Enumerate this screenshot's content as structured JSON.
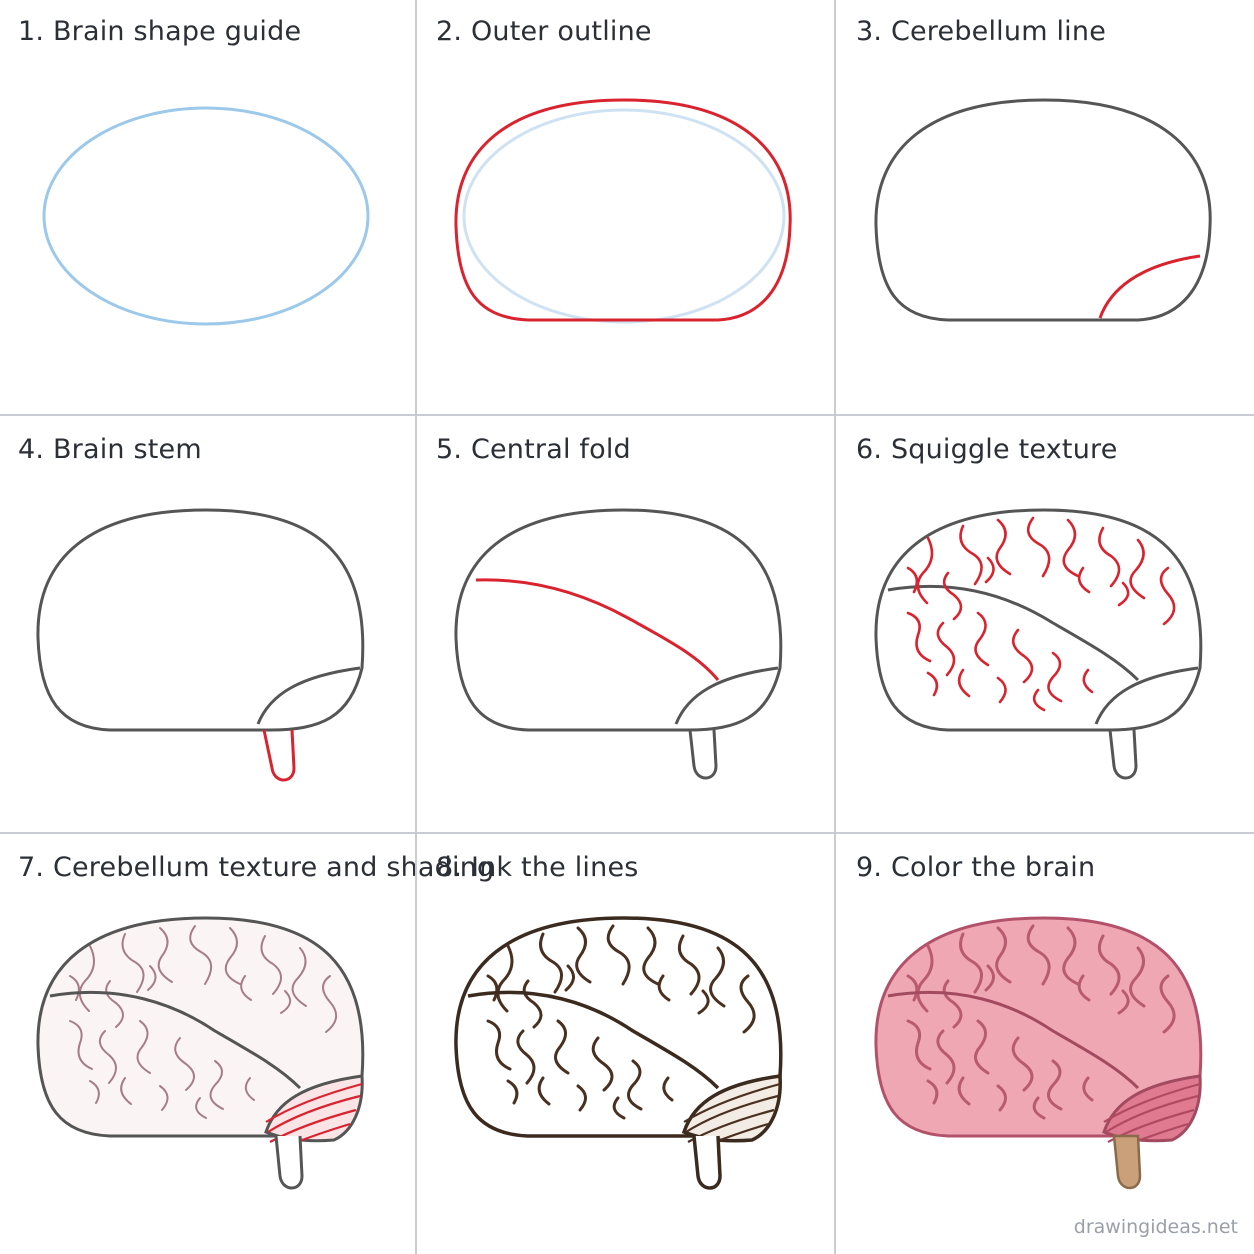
{
  "steps": [
    {
      "title": "1. Brain shape guide"
    },
    {
      "title": "2. Outer outline"
    },
    {
      "title": "3. Cerebellum line"
    },
    {
      "title": "4. Brain stem"
    },
    {
      "title": "5. Central fold"
    },
    {
      "title": "6. Squiggle texture"
    },
    {
      "title": "7. Cerebellum texture and shading"
    },
    {
      "title": "8. Ink the lines"
    },
    {
      "title": "9. Color the brain"
    }
  ],
  "watermark": "drawingideas.net",
  "colors": {
    "guide": "#9cc8ea",
    "new_stroke": "#d9232e",
    "pencil": "#555555",
    "ink": "#4a3020",
    "brain_pink": "#f0a7b4",
    "cerebellum_pink": "#e07a90",
    "stem": "#c9a079",
    "gridline": "#c9ccd2"
  }
}
